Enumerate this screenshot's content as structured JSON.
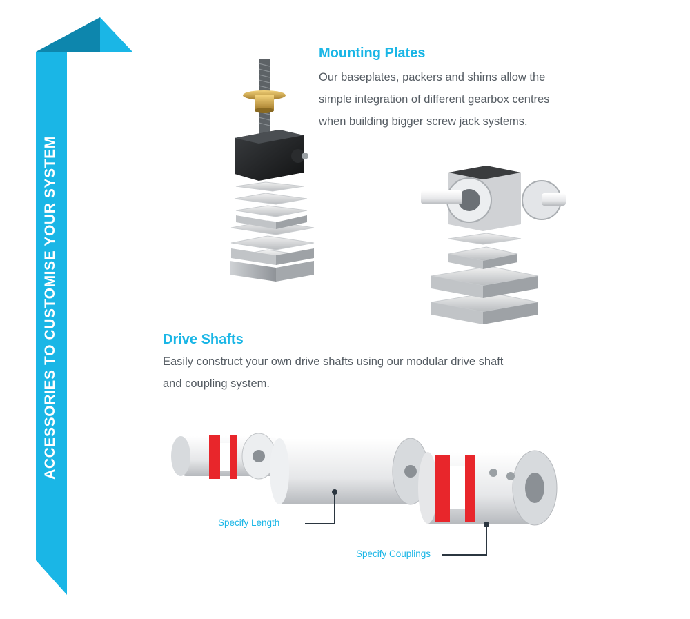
{
  "banner": {
    "text": "ACCESSORIES TO CUSTOMISE YOUR SYSTEM",
    "color": "#1ab6e6"
  },
  "mounting_plates": {
    "title": "Mounting Plates",
    "lines": [
      "Our baseplates, packers and shims allow the",
      "simple integration of different gearbox centres",
      "when building bigger screw jack systems."
    ]
  },
  "drive_shafts": {
    "title": "Drive Shafts",
    "lines": [
      "Easily construct your own drive shafts using our modular drive shaft",
      "and coupling system."
    ]
  },
  "callouts": {
    "length": "Specify Length",
    "couplings": "Specify Couplings"
  },
  "colors": {
    "accent": "#1ab6e6",
    "body_text": "#555c63",
    "callout_line": "#2b3640",
    "coupling_insert": "#e8262b"
  }
}
